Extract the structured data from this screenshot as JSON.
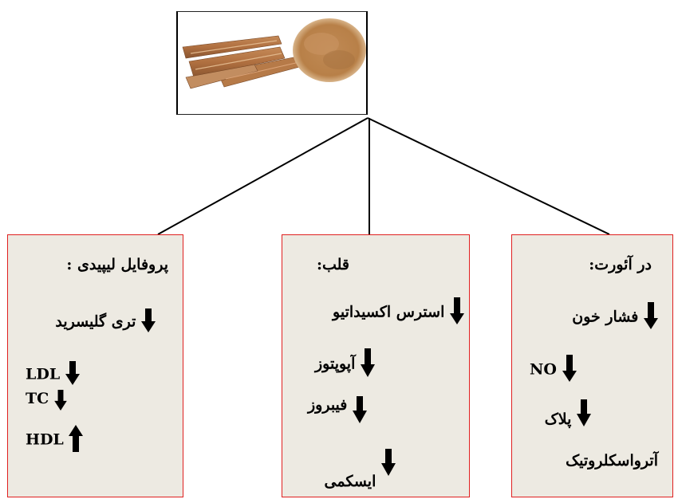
{
  "image": {
    "subject-a": "cinnamon-sticks",
    "subject-b": "cinnamon-powder"
  },
  "boxes": {
    "lipid": {
      "title": "پروفایل لیپیدی :",
      "items": [
        {
          "label": "تری گلیسرید",
          "direction": "down"
        },
        {
          "label": "LDL",
          "direction": "down"
        },
        {
          "label": "TC",
          "direction": "down"
        },
        {
          "label": "HDL",
          "direction": "up"
        }
      ]
    },
    "heart": {
      "title": "قلب:",
      "items": [
        {
          "label": "استرس اکسیداتیو",
          "direction": "down"
        },
        {
          "label": "آپوپتوز",
          "direction": "down"
        },
        {
          "label": "فیبروز",
          "direction": "down"
        },
        {
          "label": "ایسکمی",
          "direction": "down"
        }
      ]
    },
    "aorta": {
      "title": "در آئورت:",
      "items": [
        {
          "label": "فشار خون",
          "direction": "down"
        },
        {
          "label": "NO",
          "direction": "down"
        },
        {
          "label": "پلاک",
          "direction": "down"
        },
        {
          "label": "آترواسکلروتیک",
          "direction": "none"
        }
      ]
    }
  },
  "colors": {
    "box_fill": "#edeae2",
    "box_border": "#e02020",
    "arrow": "#000000"
  }
}
